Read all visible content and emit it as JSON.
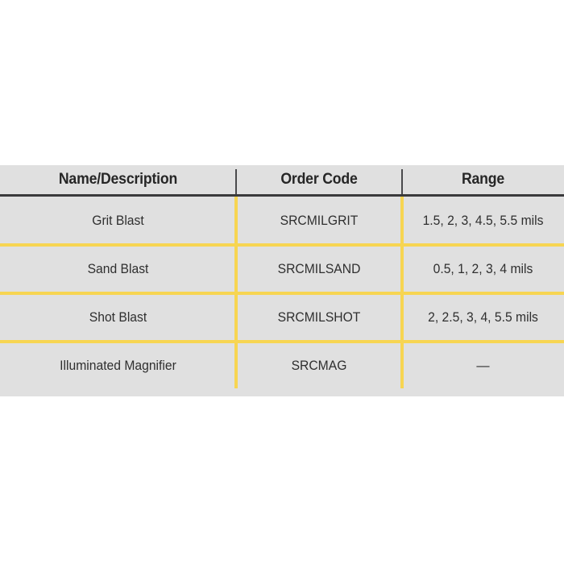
{
  "table": {
    "columns": [
      {
        "key": "name",
        "label": "Name/Description"
      },
      {
        "key": "order_code",
        "label": "Order Code"
      },
      {
        "key": "range",
        "label": "Range"
      }
    ],
    "rows": [
      {
        "name": "Grit Blast",
        "order_code": "SRCMILGRIT",
        "range": "1.5, 2, 3, 4.5, 5.5 mils"
      },
      {
        "name": "Sand Blast",
        "order_code": "SRCMILSAND",
        "range": "0.5, 1, 2, 3, 4 mils"
      },
      {
        "name": "Shot Blast",
        "order_code": "SRCMILSHOT",
        "range": "2, 2.5, 3, 4, 5.5 mils"
      },
      {
        "name": "Illuminated Magnifier",
        "order_code": "SRCMAG",
        "range": "—"
      }
    ]
  },
  "colors": {
    "table_background": "#e0e0e0",
    "page_background": "#ffffff",
    "divider_yellow": "#f7d552",
    "header_rule_dark": "#3a3a3c",
    "header_text": "#262626",
    "body_text": "#2f2f2f"
  }
}
